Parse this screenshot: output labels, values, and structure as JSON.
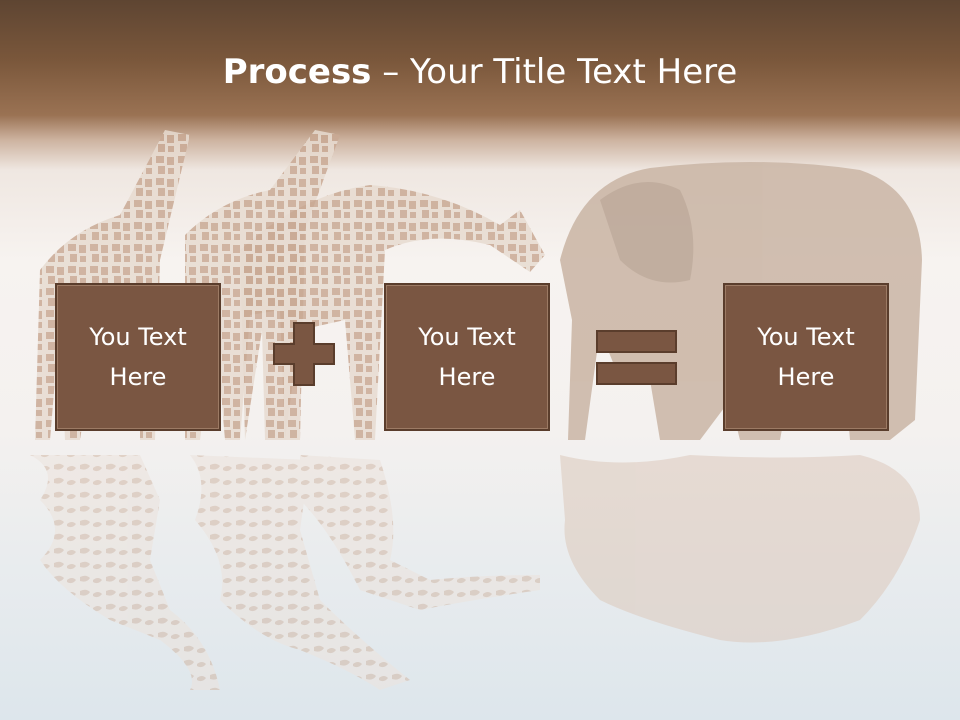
{
  "slide": {
    "title_bold": "Process",
    "title_rest": " – Your Title Text Here",
    "boxes": [
      {
        "text": "You Text Here"
      },
      {
        "text": "You Text Here"
      },
      {
        "text": "You Text Here"
      }
    ],
    "operators": [
      "plus-icon",
      "equals-icon"
    ]
  },
  "colors": {
    "header_brown": "#6b4e38",
    "box_fill": "#7a5642",
    "box_border": "#5a3d2c",
    "text": "#ffffff"
  }
}
